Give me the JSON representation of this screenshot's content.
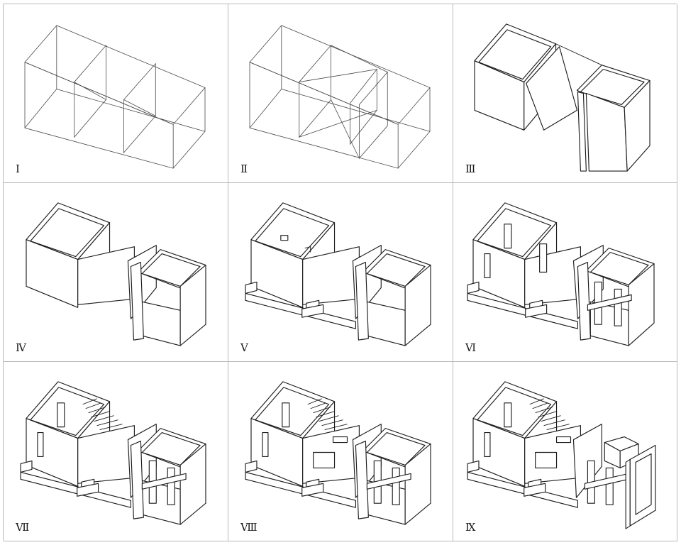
{
  "panels": [
    {
      "label": "Ⅰ"
    },
    {
      "label": "Ⅱ"
    },
    {
      "label": "Ⅲ"
    },
    {
      "label": "Ⅳ"
    },
    {
      "label": "Ⅴ"
    },
    {
      "label": "Ⅵ"
    },
    {
      "label": "Ⅶ"
    },
    {
      "label": "Ⅷ"
    },
    {
      "label": "Ⅸ"
    }
  ]
}
